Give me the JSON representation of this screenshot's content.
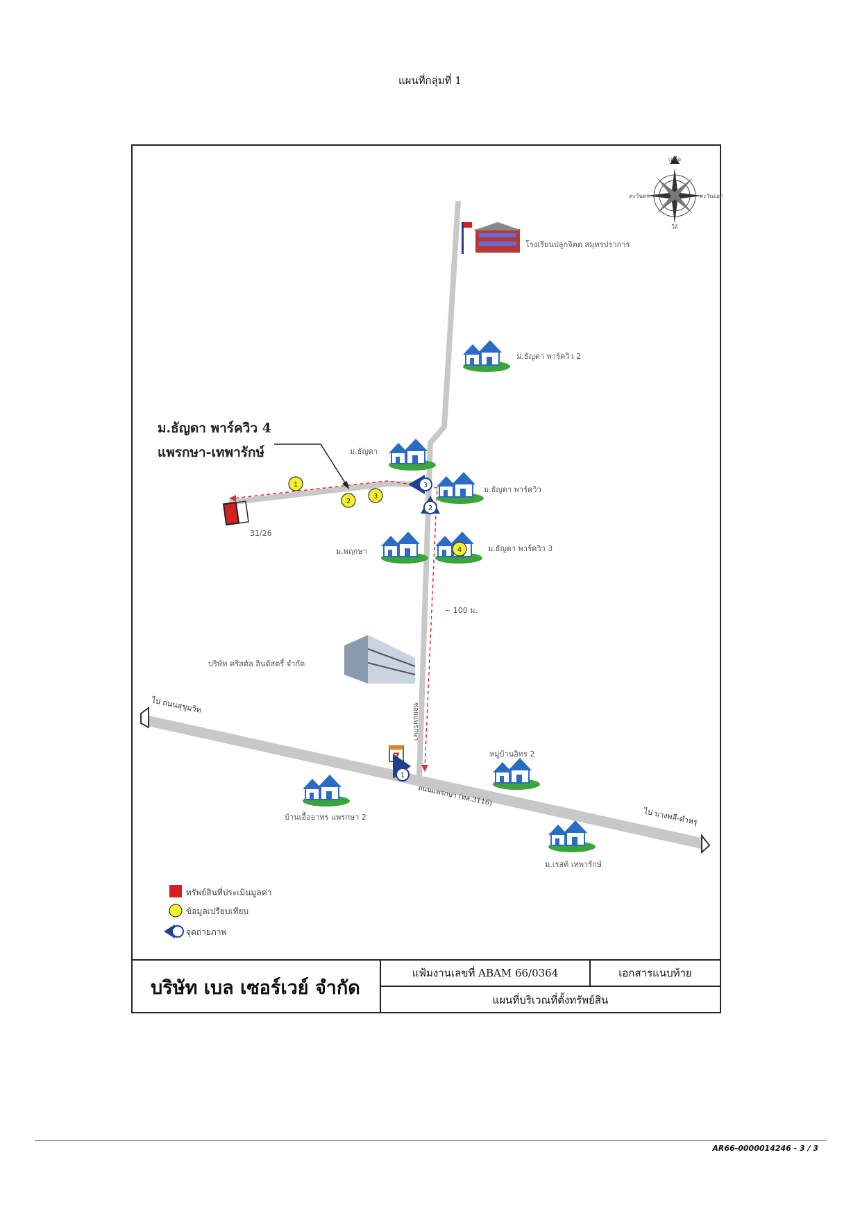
{
  "page": {
    "header": "แผนที่กลุ่มที่ 1",
    "footer_ref": "AR66-0000014246 - 3 / 3"
  },
  "callout": {
    "line1": "ม.ธัญดา พาร์ควิว 4",
    "line2": "แพรกษา-เทพารักษ์"
  },
  "landmarks": {
    "school": "โรงเรียนปลูกจิตต สมุทรปราการ",
    "village_park2": "ม.ธัญดา พาร์ควิว 2",
    "village_thanyada": "ม.ธัญดา",
    "village_parkview": "ม.ธัญดา พาร์ควิว",
    "village_pruksa": "ม.พฤกษา",
    "village_park3": "ม.ธัญดา พาร์ควิว 3",
    "factory": "บริษัท คริสตัล อินดัสตรี้ จำกัด",
    "village_nuttakarn": "หมู่บ้านอิทร 2",
    "village_ua": "บ้านเอื้ออาทร แพรกษา 2",
    "village_sarin": "ม.เรสต์ เทพารักษ์",
    "plot_no": "31/26",
    "distance": "~ 100 ม."
  },
  "roads": {
    "to_sukhumvit": "ไป ถนนสุขุมวิท",
    "to_bangphli": "ไป บางพลี-ตำหรุ",
    "main_road": "ถนนแพรกษา (ทล.3116)",
    "soi": "ซอยแพรกษา"
  },
  "compass": {
    "north": "เหนือ",
    "south": "ใต้",
    "east": "ตะวันออก",
    "west": "ตะวันตก"
  },
  "markers": {
    "comparables": [
      "1",
      "2",
      "3",
      "4"
    ],
    "photo_points": [
      "1",
      "2",
      "3"
    ],
    "store_sign": "7"
  },
  "legend": {
    "subject": "ทรัพย์สินที่ประเมินมูลค่า",
    "comparable": "ข้อมูลเปรียบเทียบ",
    "photo": "จุดถ่ายภาพ"
  },
  "titleblock": {
    "company": "บริษัท เบล เซอร์เวย์ จำกัด",
    "file_no": "แฟ้มงานเลขที่ ABAM 66/0364",
    "doc_type": "เอกสารแนบท้าย",
    "map_title": "แผนที่บริเวณที่ตั้งทรัพย์สิน"
  },
  "colors": {
    "road": "#c8c8c8",
    "subject": "#d42020",
    "comparable": "#f5f02a",
    "photo": "#1f3f8f",
    "house_blue": "#2a6cc4",
    "house_green": "#3aa53a",
    "route": "#e03030"
  }
}
